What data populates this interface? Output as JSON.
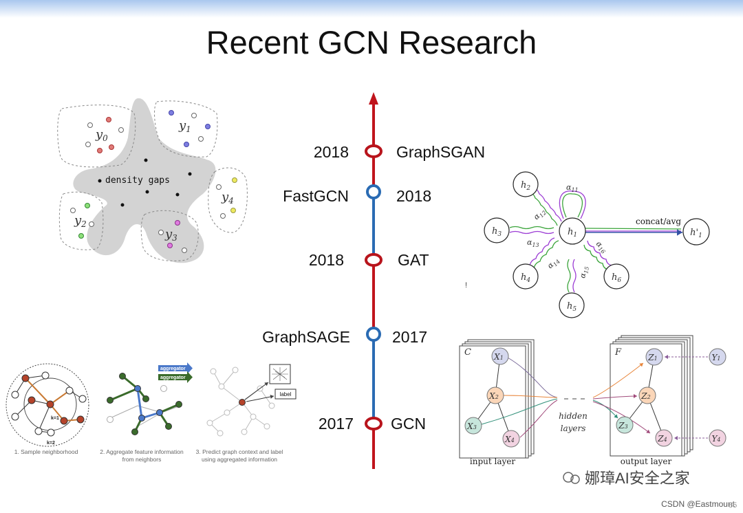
{
  "title": "Recent GCN Research",
  "timeline": {
    "entries": [
      {
        "year": "2018",
        "model": "GraphSGAN",
        "year_side": "left",
        "marker_color": "#b8141c"
      },
      {
        "year": "2018",
        "model": "FastGCN",
        "year_side": "right",
        "marker_color": "#2a6bb3"
      },
      {
        "year": "2018",
        "model": "GAT",
        "year_side": "left",
        "marker_color": "#b8141c"
      },
      {
        "year": "2017",
        "model": "GraphSAGE",
        "year_side": "right",
        "marker_color": "#2a6bb3"
      },
      {
        "year": "2017",
        "model": "GCN",
        "year_side": "left",
        "marker_color": "#b8141c"
      }
    ],
    "line_colors": {
      "red": "#c0141c",
      "blue": "#2a6bb3"
    }
  },
  "graphsgan": {
    "labels": [
      "y0",
      "y1",
      "y2",
      "y3",
      "y4"
    ],
    "subscripts": [
      "0",
      "1",
      "2",
      "3",
      "4"
    ],
    "center_text": "density gaps"
  },
  "gat": {
    "nodes": [
      "h2",
      "h3",
      "h1",
      "h4",
      "h5",
      "h6",
      "h'1"
    ],
    "edge_label": "concat/avg",
    "alphas": [
      "α11",
      "α12",
      "α13",
      "α14",
      "α15",
      "α16"
    ]
  },
  "graphsage": {
    "captions": [
      "1. Sample neighborhood",
      "2. Aggregate feature information",
      "from neighbors",
      "3. Predict graph context and label",
      "using aggregated information"
    ],
    "k_labels": [
      "k=1",
      "k=2"
    ],
    "aggregator_label": "aggregator",
    "label_box": "label"
  },
  "gcn": {
    "input_letter": "C",
    "output_letter": "F",
    "inputs": [
      "X1",
      "X2",
      "X3",
      "X4"
    ],
    "outputs": [
      "Z1",
      "Z2",
      "Z3",
      "Z4"
    ],
    "targets": [
      "Y1",
      "Y4"
    ],
    "hidden_line1": "hidden",
    "hidden_line2": "layers",
    "input_caption": "input layer",
    "output_caption": "output layer"
  },
  "watermark": {
    "wechat": "娜璋AI安全之家",
    "csdn": "CSDN @Eastmount",
    "page_number": "85"
  }
}
